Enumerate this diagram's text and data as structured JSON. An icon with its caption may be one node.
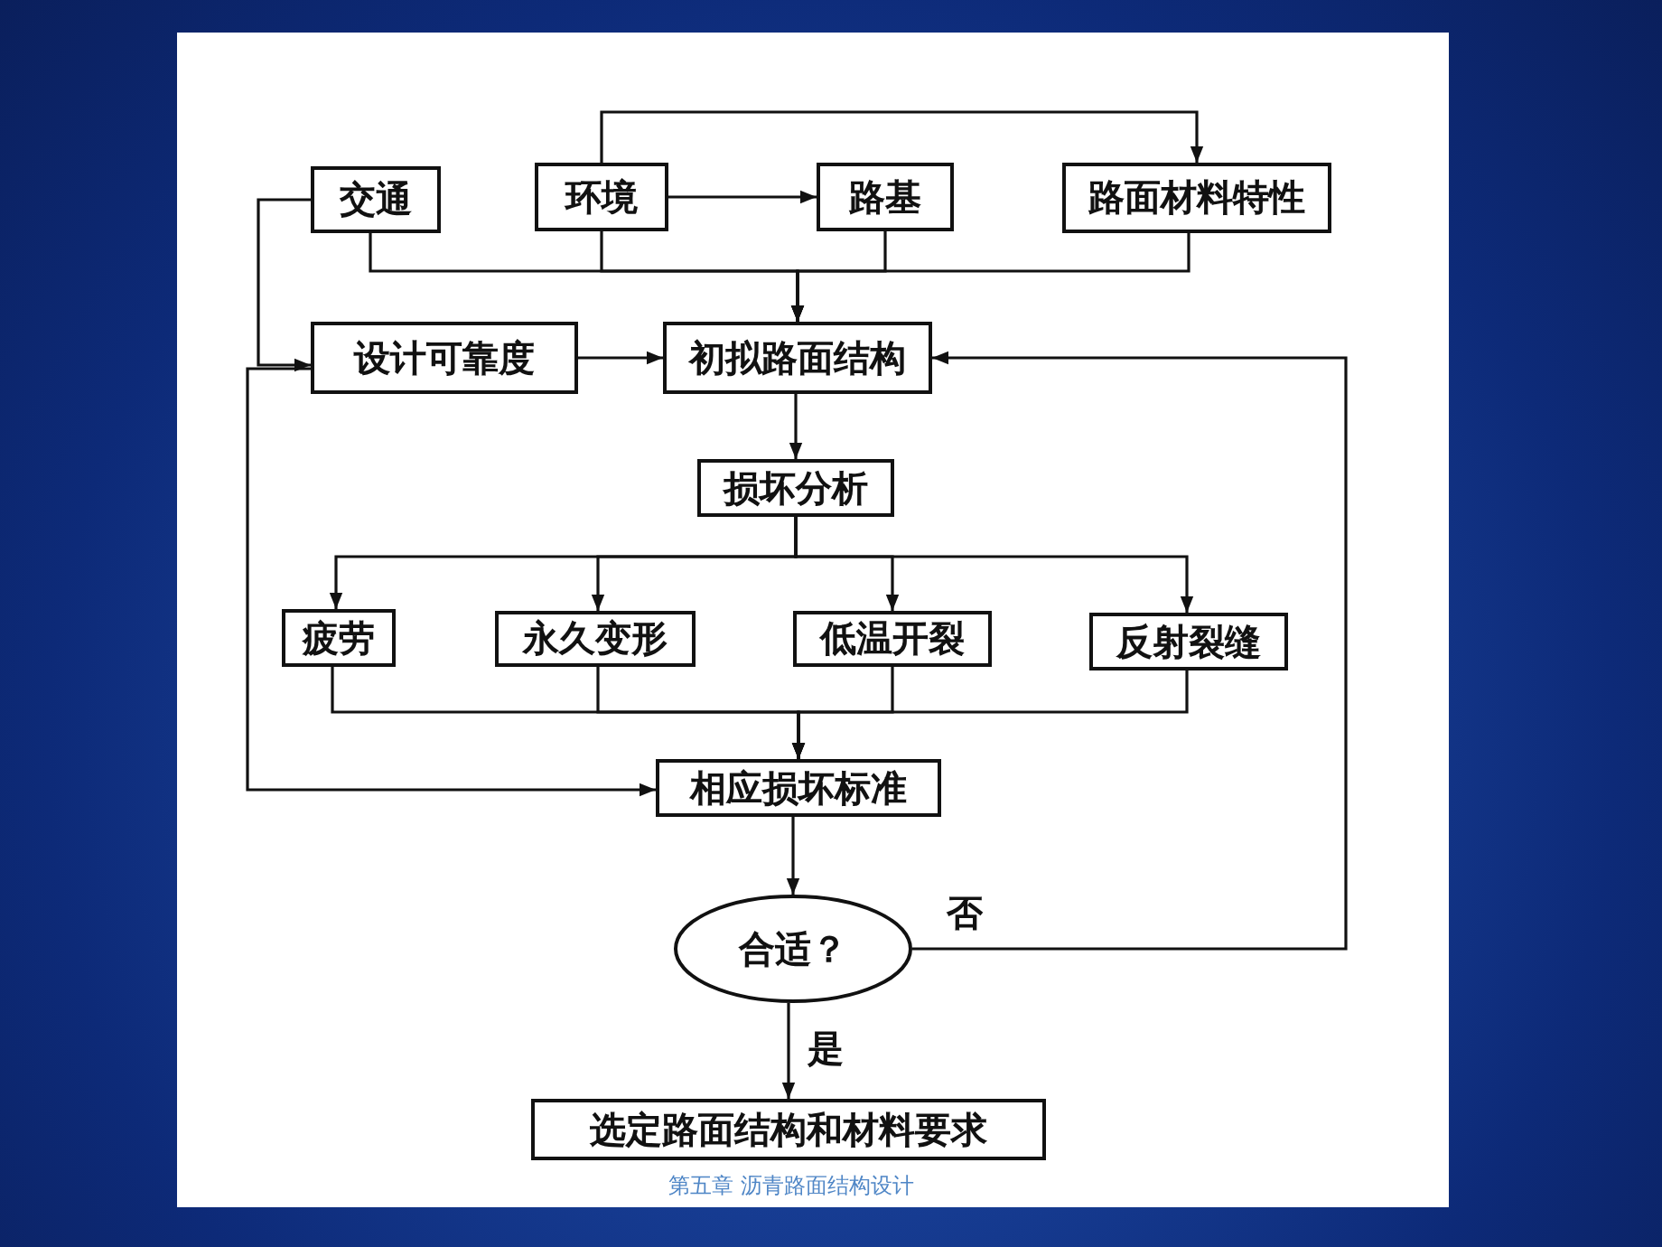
{
  "diagram": {
    "nodes": [
      {
        "text": [
          "交通"
        ]
      },
      {
        "text": [
          "环境"
        ]
      },
      {
        "text": [
          "路基"
        ]
      },
      {
        "text": [
          "路面材料特性"
        ]
      },
      {
        "text": [
          "设计可靠度"
        ]
      },
      {
        "text": [
          "初拟路面结构"
        ]
      },
      {
        "text": [
          "损坏分析"
        ]
      },
      {
        "text": [
          "疲劳"
        ]
      },
      {
        "text": [
          "永久变形"
        ]
      },
      {
        "text": [
          "低温开裂"
        ]
      },
      {
        "text": [
          "反射裂缝"
        ]
      },
      {
        "text": [
          "相应损坏标准"
        ]
      },
      {
        "text": [
          "合适？"
        ]
      },
      {
        "text": [
          "选定路面结构和材料要求"
        ]
      }
    ],
    "edges": [
      {
        "from": 1,
        "to": 2,
        "arrow": "to"
      },
      {
        "from": 1,
        "to": 3,
        "arrow": "to"
      },
      {
        "from": 0,
        "to": 4,
        "arrow": "to"
      },
      {
        "from": 0,
        "to": 5,
        "arrow": "to"
      },
      {
        "from": 1,
        "to": 5,
        "arrow": "to"
      },
      {
        "from": 2,
        "to": 5,
        "arrow": "to"
      },
      {
        "from": 3,
        "to": 5,
        "arrow": "to"
      },
      {
        "from": 4,
        "to": 5,
        "arrow": "to"
      },
      {
        "from": 4,
        "to": 11,
        "arrow": "to"
      },
      {
        "from": 5,
        "to": 6,
        "arrow": "to"
      },
      {
        "from": 6,
        "to": 7,
        "arrow": "to"
      },
      {
        "from": 6,
        "to": 8,
        "arrow": "to"
      },
      {
        "from": 6,
        "to": 9,
        "arrow": "to"
      },
      {
        "from": 6,
        "to": 10,
        "arrow": "to"
      },
      {
        "from": 7,
        "to": 11,
        "arrow": "to"
      },
      {
        "from": 8,
        "to": 11,
        "arrow": "to"
      },
      {
        "from": 9,
        "to": 11,
        "arrow": "to"
      },
      {
        "from": 10,
        "to": 11,
        "arrow": "to"
      },
      {
        "from": 11,
        "to": 12,
        "arrow": "to"
      },
      {
        "from": 12,
        "to": 5,
        "arrow": "to",
        "label": "否"
      },
      {
        "from": 12,
        "to": 13,
        "arrow": "to",
        "label": "是"
      }
    ],
    "labels": [
      "第五章 沥青路面结构设计"
    ]
  }
}
